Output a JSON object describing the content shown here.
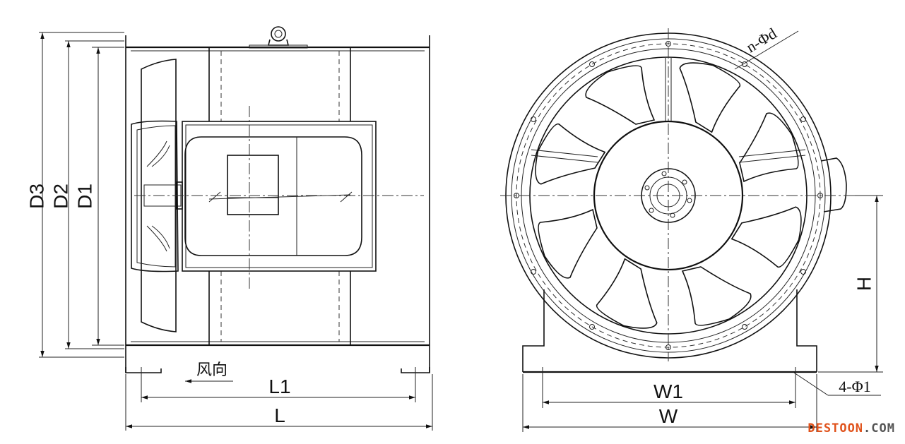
{
  "side_view": {
    "dim_d3": "D3",
    "dim_d2": "D2",
    "dim_d1": "D1",
    "dim_l1": "L1",
    "dim_l": "L",
    "airflow_label": "风向"
  },
  "front_view": {
    "dim_w1": "W1",
    "dim_w": "W",
    "dim_h": "H",
    "flange_holes": "n-Φd",
    "foot_holes": "4-Φ1"
  },
  "watermark": {
    "part1": "DESTOON",
    "part2": ".COM",
    "color_primary": "#e0521b",
    "color_secondary": "#555555"
  }
}
